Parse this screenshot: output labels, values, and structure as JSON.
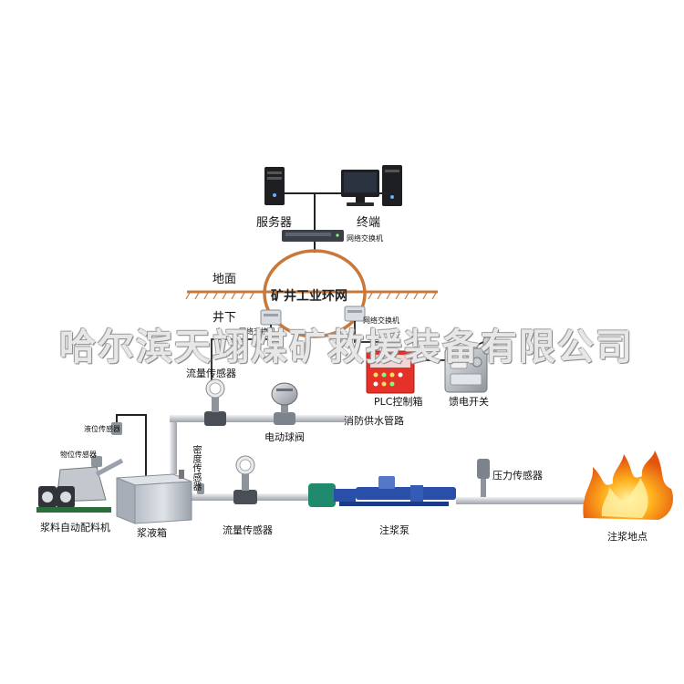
{
  "colors": {
    "ground": "#c8783a",
    "ring": "#c8783a",
    "pipe": "#c9ccd1",
    "cable": "#222222",
    "control_box": "#e4322b",
    "pump": "#2a4fa8",
    "fire": "#f5a623"
  },
  "labels": {
    "server": "服务器",
    "terminal": "终端",
    "switch_top": "网络交换机",
    "ground": "地面",
    "underground": "井下",
    "ring": "矿井工业环网",
    "switch_left": "网络交换机",
    "switch_right": "网络交换机",
    "plc": "PLC控制箱",
    "feeder": "馈电开关",
    "flow_sensor_top": "流量传感器",
    "ball_valve": "电动球阀",
    "fire_pipe": "消防供水管路",
    "level_sensor": "液位传感器",
    "material_sensor": "物位传感器",
    "density_sensor": "密度传感器",
    "batcher": "浆料自动配料机",
    "slurry_tank": "浆液箱",
    "flow_sensor_bottom": "流量传感器",
    "pump": "注浆泵",
    "pressure_sensor": "压力传感器",
    "grouting_site": "注浆地点"
  },
  "watermark": "哈尔滨天翊煤矿救援装备有限公司",
  "icons": {
    "server": "server-tower-icon",
    "terminal": "desktop-computer-icon",
    "switch": "network-switch-icon",
    "plc": "control-cabinet-icon",
    "feeder": "feeder-switch-icon",
    "flow_meter": "flow-meter-icon",
    "ball_valve": "ball-valve-icon",
    "batcher": "batching-machine-icon",
    "tank": "slurry-tank-icon",
    "pump": "screw-pump-icon",
    "pressure": "pressure-sensor-icon",
    "fire": "fire-icon"
  }
}
